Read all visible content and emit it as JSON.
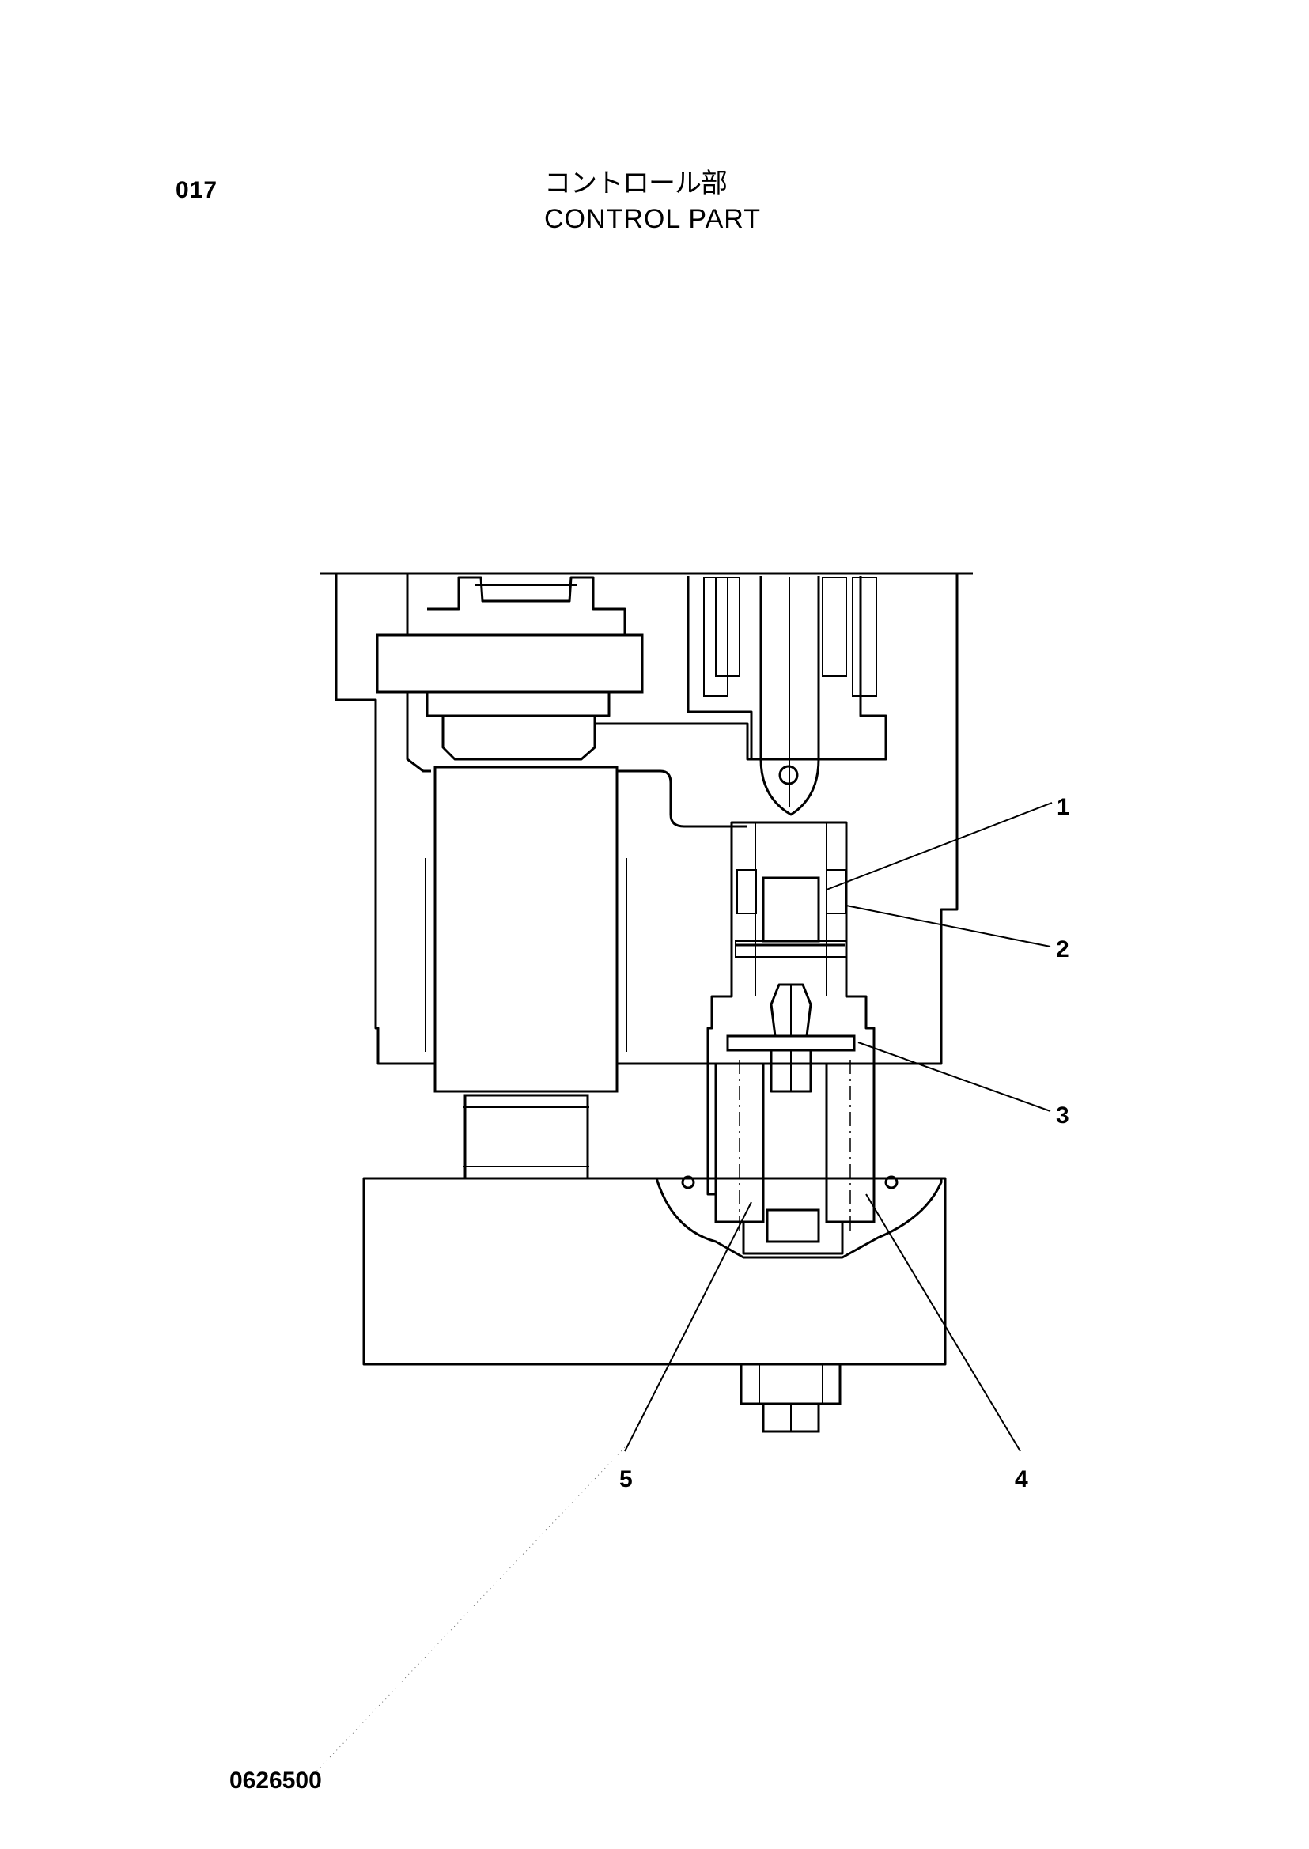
{
  "header": {
    "page_number": "017",
    "title_jp": "コントロール部",
    "title_en": "CONTROL PART"
  },
  "footer": {
    "drawing_number": "0626500"
  },
  "callouts": [
    {
      "id": "c1",
      "label": "1"
    },
    {
      "id": "c2",
      "label": "2"
    },
    {
      "id": "c3",
      "label": "3"
    },
    {
      "id": "c4",
      "label": "4"
    },
    {
      "id": "c5",
      "label": "5"
    }
  ]
}
